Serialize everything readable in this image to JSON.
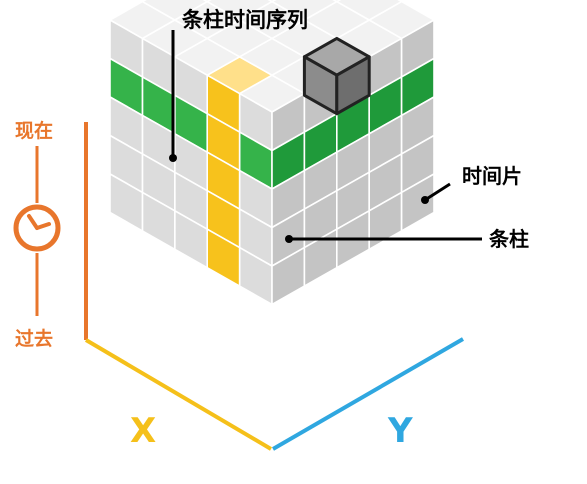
{
  "labels": {
    "bin_time_series": "条柱时间序列",
    "time_slice": "时间片",
    "bin": "条柱",
    "now": "现在",
    "past": "过去",
    "x_axis": "X",
    "y_axis": "Y"
  },
  "colors": {
    "time_axis": "#E8762C",
    "x_axis": "#F5C01A",
    "y_axis": "#2FA7E0",
    "time_slice": "#35B34A",
    "bin_series": "#F7C21C",
    "bin_highlight": "#FFE08A",
    "bin": "#808080",
    "cube_top": "#F2F2F2",
    "cube_left": "#DCDCDC",
    "cube_right": "#C4C4C4",
    "callout_line": "#000000"
  },
  "icons": {
    "clock": "clock-icon"
  }
}
